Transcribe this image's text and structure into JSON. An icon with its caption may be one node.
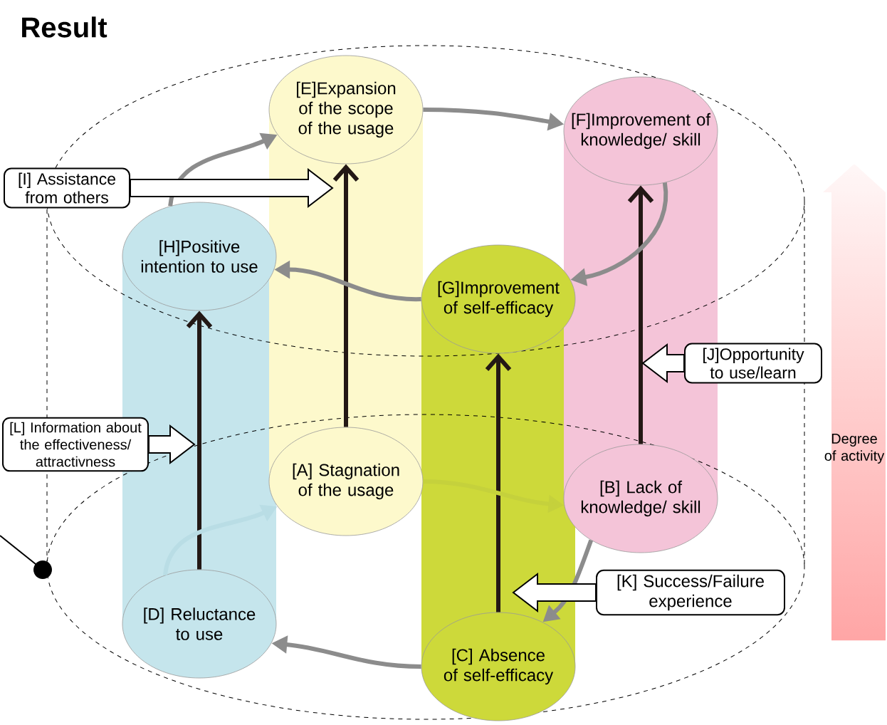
{
  "diagram": {
    "title": "Result",
    "nodes": [
      {
        "text": [
          "[E]Expansion of the scope of the usage"
        ]
      },
      {
        "text": [
          "[F]Improvement of knowledge/ skill"
        ]
      },
      {
        "text": [
          "[I] Assistance from others"
        ]
      },
      {
        "text": [
          "[H]Positive intention to use"
        ]
      },
      {
        "text": [
          "[G]Improvement of self-efficacy"
        ]
      },
      {
        "text": [
          "[J]Opportunity to use/learn"
        ]
      },
      {
        "text": [
          "[L] Information about the effectiveness/ attractivness"
        ]
      },
      {
        "text": [
          "[A] Stagnation of the usage"
        ]
      },
      {
        "text": [
          "[B] Lack of knowledge/ skill"
        ]
      },
      {
        "text": [
          "[K] Success/Failure experience"
        ]
      },
      {
        "text": [
          "[D] Reluctance to use"
        ]
      },
      {
        "text": [
          "[C] Absence of self-efficacy"
        ]
      }
    ],
    "edges": [
      {
        "from": 10,
        "to": 3,
        "arrow": "to",
        "color": "#231815"
      },
      {
        "from": 7,
        "to": 0,
        "arrow": "to",
        "color": "#231815"
      },
      {
        "from": 11,
        "to": 4,
        "arrow": "to",
        "color": "#231815"
      },
      {
        "from": 8,
        "to": 1,
        "arrow": "to",
        "color": "#231815"
      },
      {
        "from": 3,
        "to": 0,
        "arrow": "to"
      },
      {
        "from": 0,
        "to": 1,
        "arrow": "to"
      },
      {
        "from": 1,
        "to": 4,
        "arrow": "to"
      },
      {
        "from": 4,
        "to": 3,
        "arrow": "to"
      },
      {
        "from": 10,
        "to": 7,
        "arrow": "to",
        "color": "#b9dde5"
      },
      {
        "from": 7,
        "to": 8,
        "arrow": "to",
        "color": "#c5d13c"
      },
      {
        "from": 8,
        "to": 11,
        "arrow": "to"
      },
      {
        "from": 11,
        "to": 10,
        "arrow": "to"
      },
      {
        "from": 2,
        "to": null,
        "arrow": "to",
        "color": "#ffffff"
      },
      {
        "from": 5,
        "to": null,
        "arrow": "to",
        "color": "#ffffff"
      },
      {
        "from": 9,
        "to": null,
        "arrow": "to",
        "color": "#ffffff"
      },
      {
        "from": 6,
        "to": null,
        "arrow": "to",
        "color": "#ffffff"
      }
    ],
    "labels": [
      "Degree of activity"
    ]
  }
}
